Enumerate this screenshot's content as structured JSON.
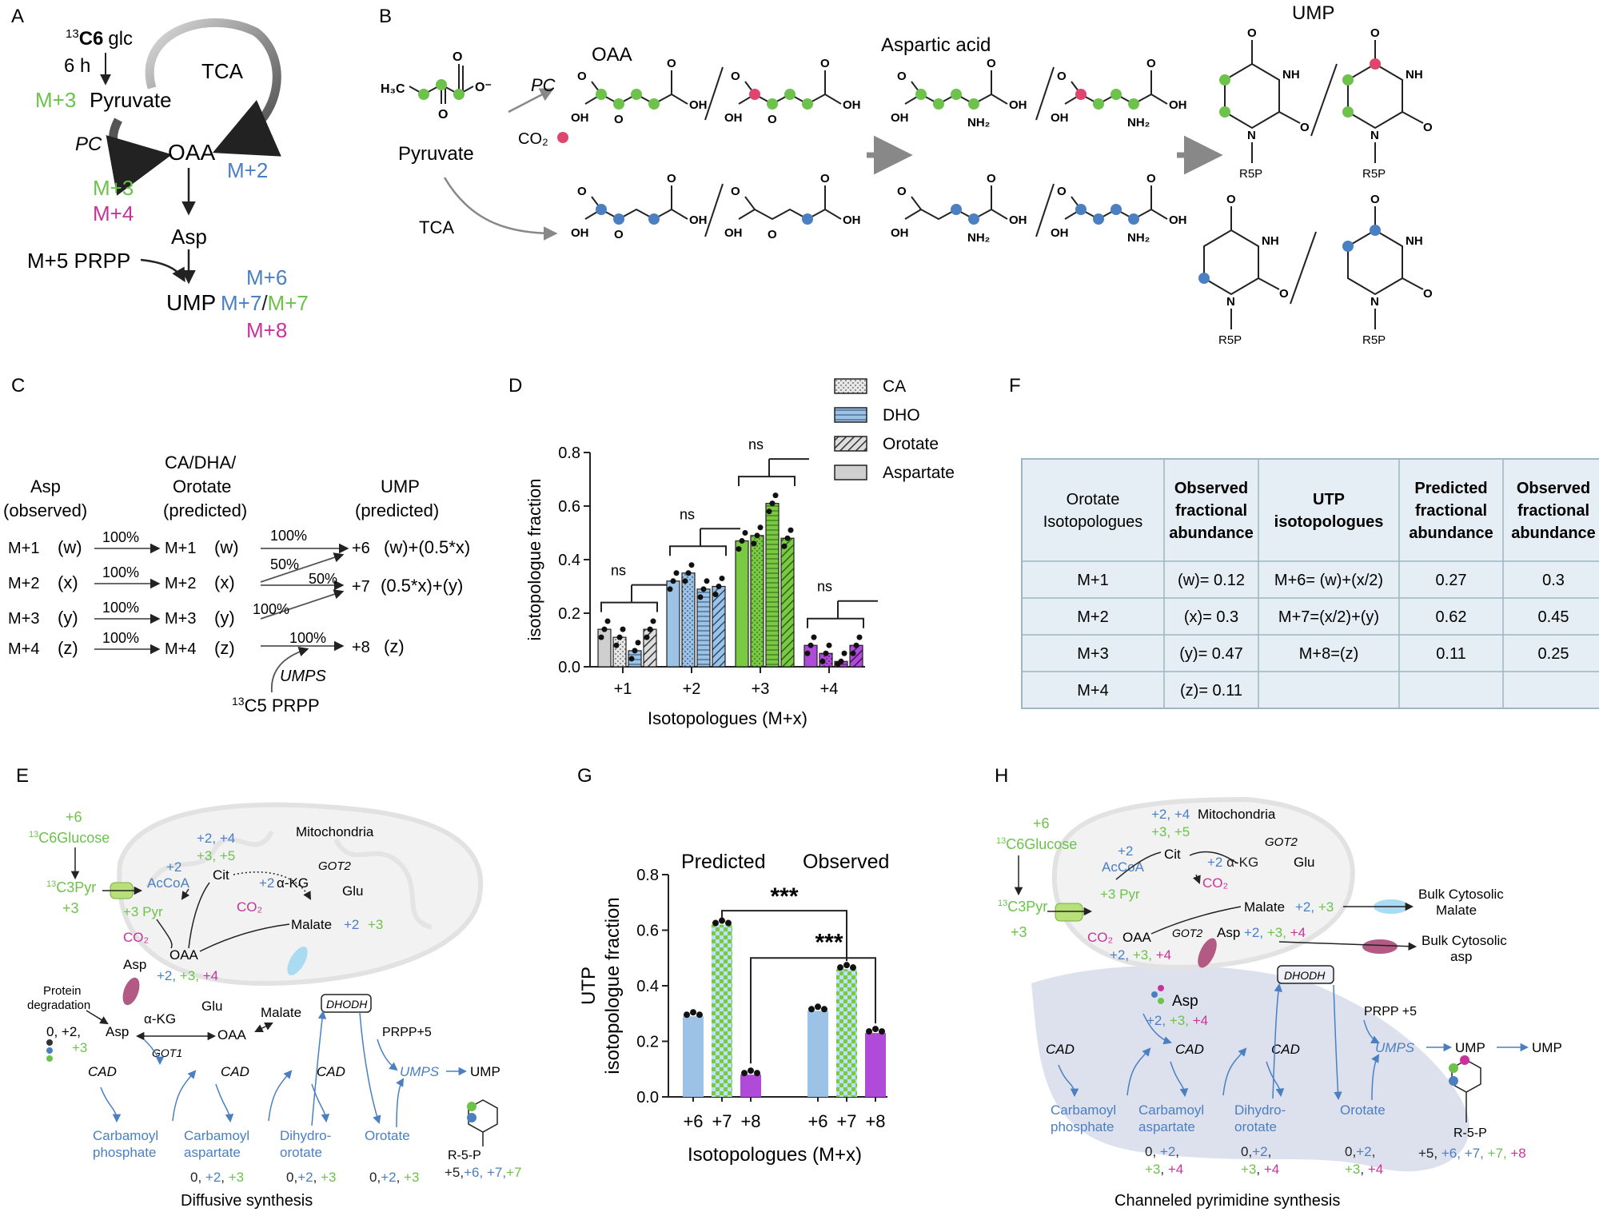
{
  "colors": {
    "green": "#6cc24a",
    "blue": "#4a7fc1",
    "magenta": "#c8339a",
    "dark": "#222222",
    "table_bg": "#e4eef4",
    "table_border": "#9fb6c4",
    "mito": "#f1f1f1",
    "cyto": "#dfe3ef",
    "ca_fill": "#d9d9d9",
    "dho": "#9cc3e6",
    "orotate": "#7ac943",
    "aspartate": "#b04ad8"
  },
  "a": {
    "letter": "A",
    "glc_sup": "13",
    "glc_c6": "C6",
    "glc": "glc",
    "time": "6 h",
    "pyr_iso": "M+3",
    "pyruvate": "Pyruvate",
    "tca": "TCA",
    "pc": "PC",
    "oaa": "OAA",
    "oaa_m2": "M+2",
    "oaa_m3": "M+3",
    "oaa_m4": "M+4",
    "asp": "Asp",
    "prpp": "M+5 PRPP",
    "ump": "UMP",
    "ump_m6": "M+6",
    "ump_m7a": "M+7",
    "slash": "/",
    "ump_m7b": "M+7",
    "ump_m8": "M+8"
  },
  "b": {
    "letter": "B",
    "h3c": "H₃C",
    "o_minus": "O⁻",
    "o": "O",
    "pyruvate": "Pyruvate",
    "pc": "PC",
    "co2": "CO₂",
    "tca": "TCA",
    "oaa": "OAA",
    "aspartic": "Aspartic acid",
    "ump": "UMP",
    "oh": "OH",
    "nh2": "NH₂",
    "nh": "NH",
    "n": "N",
    "r5p": "R5P"
  },
  "c": {
    "letter": "C",
    "h_asp1": "Asp",
    "h_asp2": "(observed)",
    "h_ca1": "CA/DHA/",
    "h_ca2": "Orotate",
    "h_ca3": "(predicted)",
    "h_ump1": "UMP",
    "h_ump2": "(predicted)",
    "rows": [
      {
        "m": "M+1",
        "v": "(w)",
        "pct": "100%"
      },
      {
        "m": "M+2",
        "v": "(x)",
        "pct": "100%"
      },
      {
        "m": "M+3",
        "v": "(y)",
        "pct": "100%"
      },
      {
        "m": "M+4",
        "v": "(z)",
        "pct": "100%"
      }
    ],
    "split1": "100%",
    "split2a": "50%",
    "split2b": "50%",
    "split3": "100%",
    "split4": "100%",
    "out6": "+6",
    "out6v": "(w)+(0.5*x)",
    "out7": "+7",
    "out7v": "(0.5*x)+(y)",
    "out8": "+8",
    "out8v": "(z)",
    "umps": "UMPS",
    "prpp_sup": "13",
    "prpp": "C5 PRPP"
  },
  "chart_data": [
    {
      "type": "bar",
      "panel": "D",
      "ylabel": "isotopologue fraction",
      "xlabel": "Isotopologues (M+x)",
      "ylim": [
        0,
        0.8
      ],
      "yticks": [
        0.0,
        0.2,
        0.4,
        0.6,
        0.8
      ],
      "categories": [
        "+1",
        "+2",
        "+3",
        "+4"
      ],
      "series": [
        {
          "name": "CA",
          "values": [
            0.11,
            0.35,
            0.49,
            0.05
          ]
        },
        {
          "name": "DHO",
          "values": [
            0.06,
            0.29,
            0.61,
            0.02
          ]
        },
        {
          "name": "Orotate",
          "values": [
            0.14,
            0.3,
            0.48,
            0.08
          ]
        },
        {
          "name": "Aspartate",
          "values": [
            0.14,
            0.32,
            0.47,
            0.08
          ]
        }
      ],
      "significance": [
        "ns",
        "ns",
        "ns",
        "ns"
      ]
    },
    {
      "type": "bar",
      "panel": "G",
      "ylabel": "UTP\nisotopologue fraction",
      "xlabel": "Isotopologues (M+x)",
      "ylim": [
        0,
        0.8
      ],
      "yticks": [
        0.0,
        0.2,
        0.4,
        0.6,
        0.8
      ],
      "groups": [
        "Predicted",
        "Observed"
      ],
      "categories": [
        "+6",
        "+7",
        "+8"
      ],
      "values": {
        "Predicted": [
          0.29,
          0.62,
          0.08
        ],
        "Observed": [
          0.31,
          0.46,
          0.23
        ]
      },
      "significance": [
        "***",
        "***"
      ]
    }
  ],
  "d": {
    "letter": "D",
    "tick_labels": [
      "0.0",
      "0.2",
      "0.4",
      "0.6",
      "0.8"
    ],
    "legend": [
      "CA",
      "DHO",
      "Orotate",
      "Aspartate"
    ]
  },
  "f": {
    "letter": "F",
    "headers": [
      "Orotate\nIsotopologues",
      "Observed\nfractional\nabundance",
      "UTP\nisotopologues",
      "Predicted\nfractional\nabundance",
      "Observed\nfractional\nabundance"
    ],
    "rows": [
      [
        "M+1",
        "(w)= 0.12",
        "M+6= (w)+(x/2)",
        "0.27",
        "0.3"
      ],
      [
        "M+2",
        "(x)= 0.3",
        "M+7=(x/2)+(y)",
        "0.62",
        "0.45"
      ],
      [
        "M+3",
        "(y)= 0.47",
        "M+8=(z)",
        "0.11",
        "0.25"
      ],
      [
        "M+4",
        "(z)= 0.11",
        "",
        "",
        ""
      ]
    ]
  },
  "g": {
    "letter": "G",
    "predicted": "Predicted",
    "observed": "Observed"
  },
  "e": {
    "letter": "E",
    "plus6": "+6",
    "glucose_sup": "13",
    "glucose": "C6Glucose",
    "pyr_sup": "13",
    "pyr": "C3Pyr",
    "plus3": "+3",
    "mito": "Mitochondria",
    "cit_l1": "+2, +4",
    "cit_l2": "+3, +5",
    "accoa_p": "+2",
    "accoa": "AcCoA",
    "cit": "Cit",
    "akg": "α-KG",
    "akg_p": "+2",
    "got2": "GOT2",
    "glu": "Glu",
    "pyr_in": "+3 Pyr",
    "co2": "CO₂",
    "oaa": "OAA",
    "malate": "Malate",
    "mal_b": "+2",
    "mal_g": "+3",
    "asp": "Asp",
    "asp_p": "+2, +3, +4",
    "protein": "Protein\ndegradation",
    "akg2": "α-KG",
    "glu2": "Glu",
    "oaa2": "OAA",
    "malate2": "Malate",
    "dhodh": "DHODH",
    "got1": "GOT1",
    "asp2": "Asp",
    "asp2_p": "0, +2,",
    "asp2_p3": "+3",
    "prpp": "PRPP+5",
    "umps": "UMPS",
    "ump": "UMP",
    "cad": "CAD",
    "carb_p": "Carbamoyl\nphosphate",
    "carb_a": "Carbamoyl\naspartate",
    "carb_a_v": "0, +2, +3",
    "dho": "Dihydro-\norotate",
    "dho_v": "0,+2, +3",
    "orot": "Orotate",
    "orot_v": "0,+2, +3",
    "r5p": "R-5-P",
    "ump_v": "+5,+6, +7,+7",
    "caption": "Diffusive synthesis"
  },
  "h": {
    "letter": "H",
    "plus6": "+6",
    "glucose_sup": "13",
    "glucose": "C6Glucose",
    "pyr_sup": "13",
    "pyr": "C3Pyr",
    "plus3": "+3",
    "mito": "Mitochondria",
    "cit_l1": "+2, +4",
    "cit_l2": "+3, +5",
    "accoa_p": "+2",
    "accoa": "AcCoA",
    "cit": "Cit",
    "akg": "α-KG",
    "got2": "GOT2",
    "glu": "Glu",
    "pyr_in": "+3 Pyr",
    "co2": "CO₂",
    "oaa": "OAA",
    "oaa_p": "+2, +3, +4",
    "malate": "Malate",
    "mal_p": "+2, +3",
    "asp": "Asp",
    "asp_p": "+2, +3, +4",
    "got2b": "GOT2",
    "bulk_mal": "Bulk Cytosolic\nMalate",
    "bulk_asp": "Bulk Cytosolic\nasp",
    "dhodh": "DHODH",
    "asp2": "Asp",
    "asp2_p": "+2, +3, +4",
    "prpp": "PRPP +5",
    "umps": "UMPS",
    "ump": "UMP",
    "ump2": "UMP",
    "cad": "CAD",
    "carb_p": "Carbamoyl\nphosphate",
    "carb_a": "Carbamoyl\naspartate",
    "carb_a_v": "0, +2,\n+3, +4",
    "dho": "Dihydro-\norotate",
    "dho_v": "0,+2,\n+3, +4",
    "orot": "Orotate",
    "orot_v": "0,+2,\n+3, +4",
    "r5p": "R-5-P",
    "ump_v": "+5, +6, +7, +7, +8",
    "caption": "Channeled pyrimidine synthesis"
  }
}
